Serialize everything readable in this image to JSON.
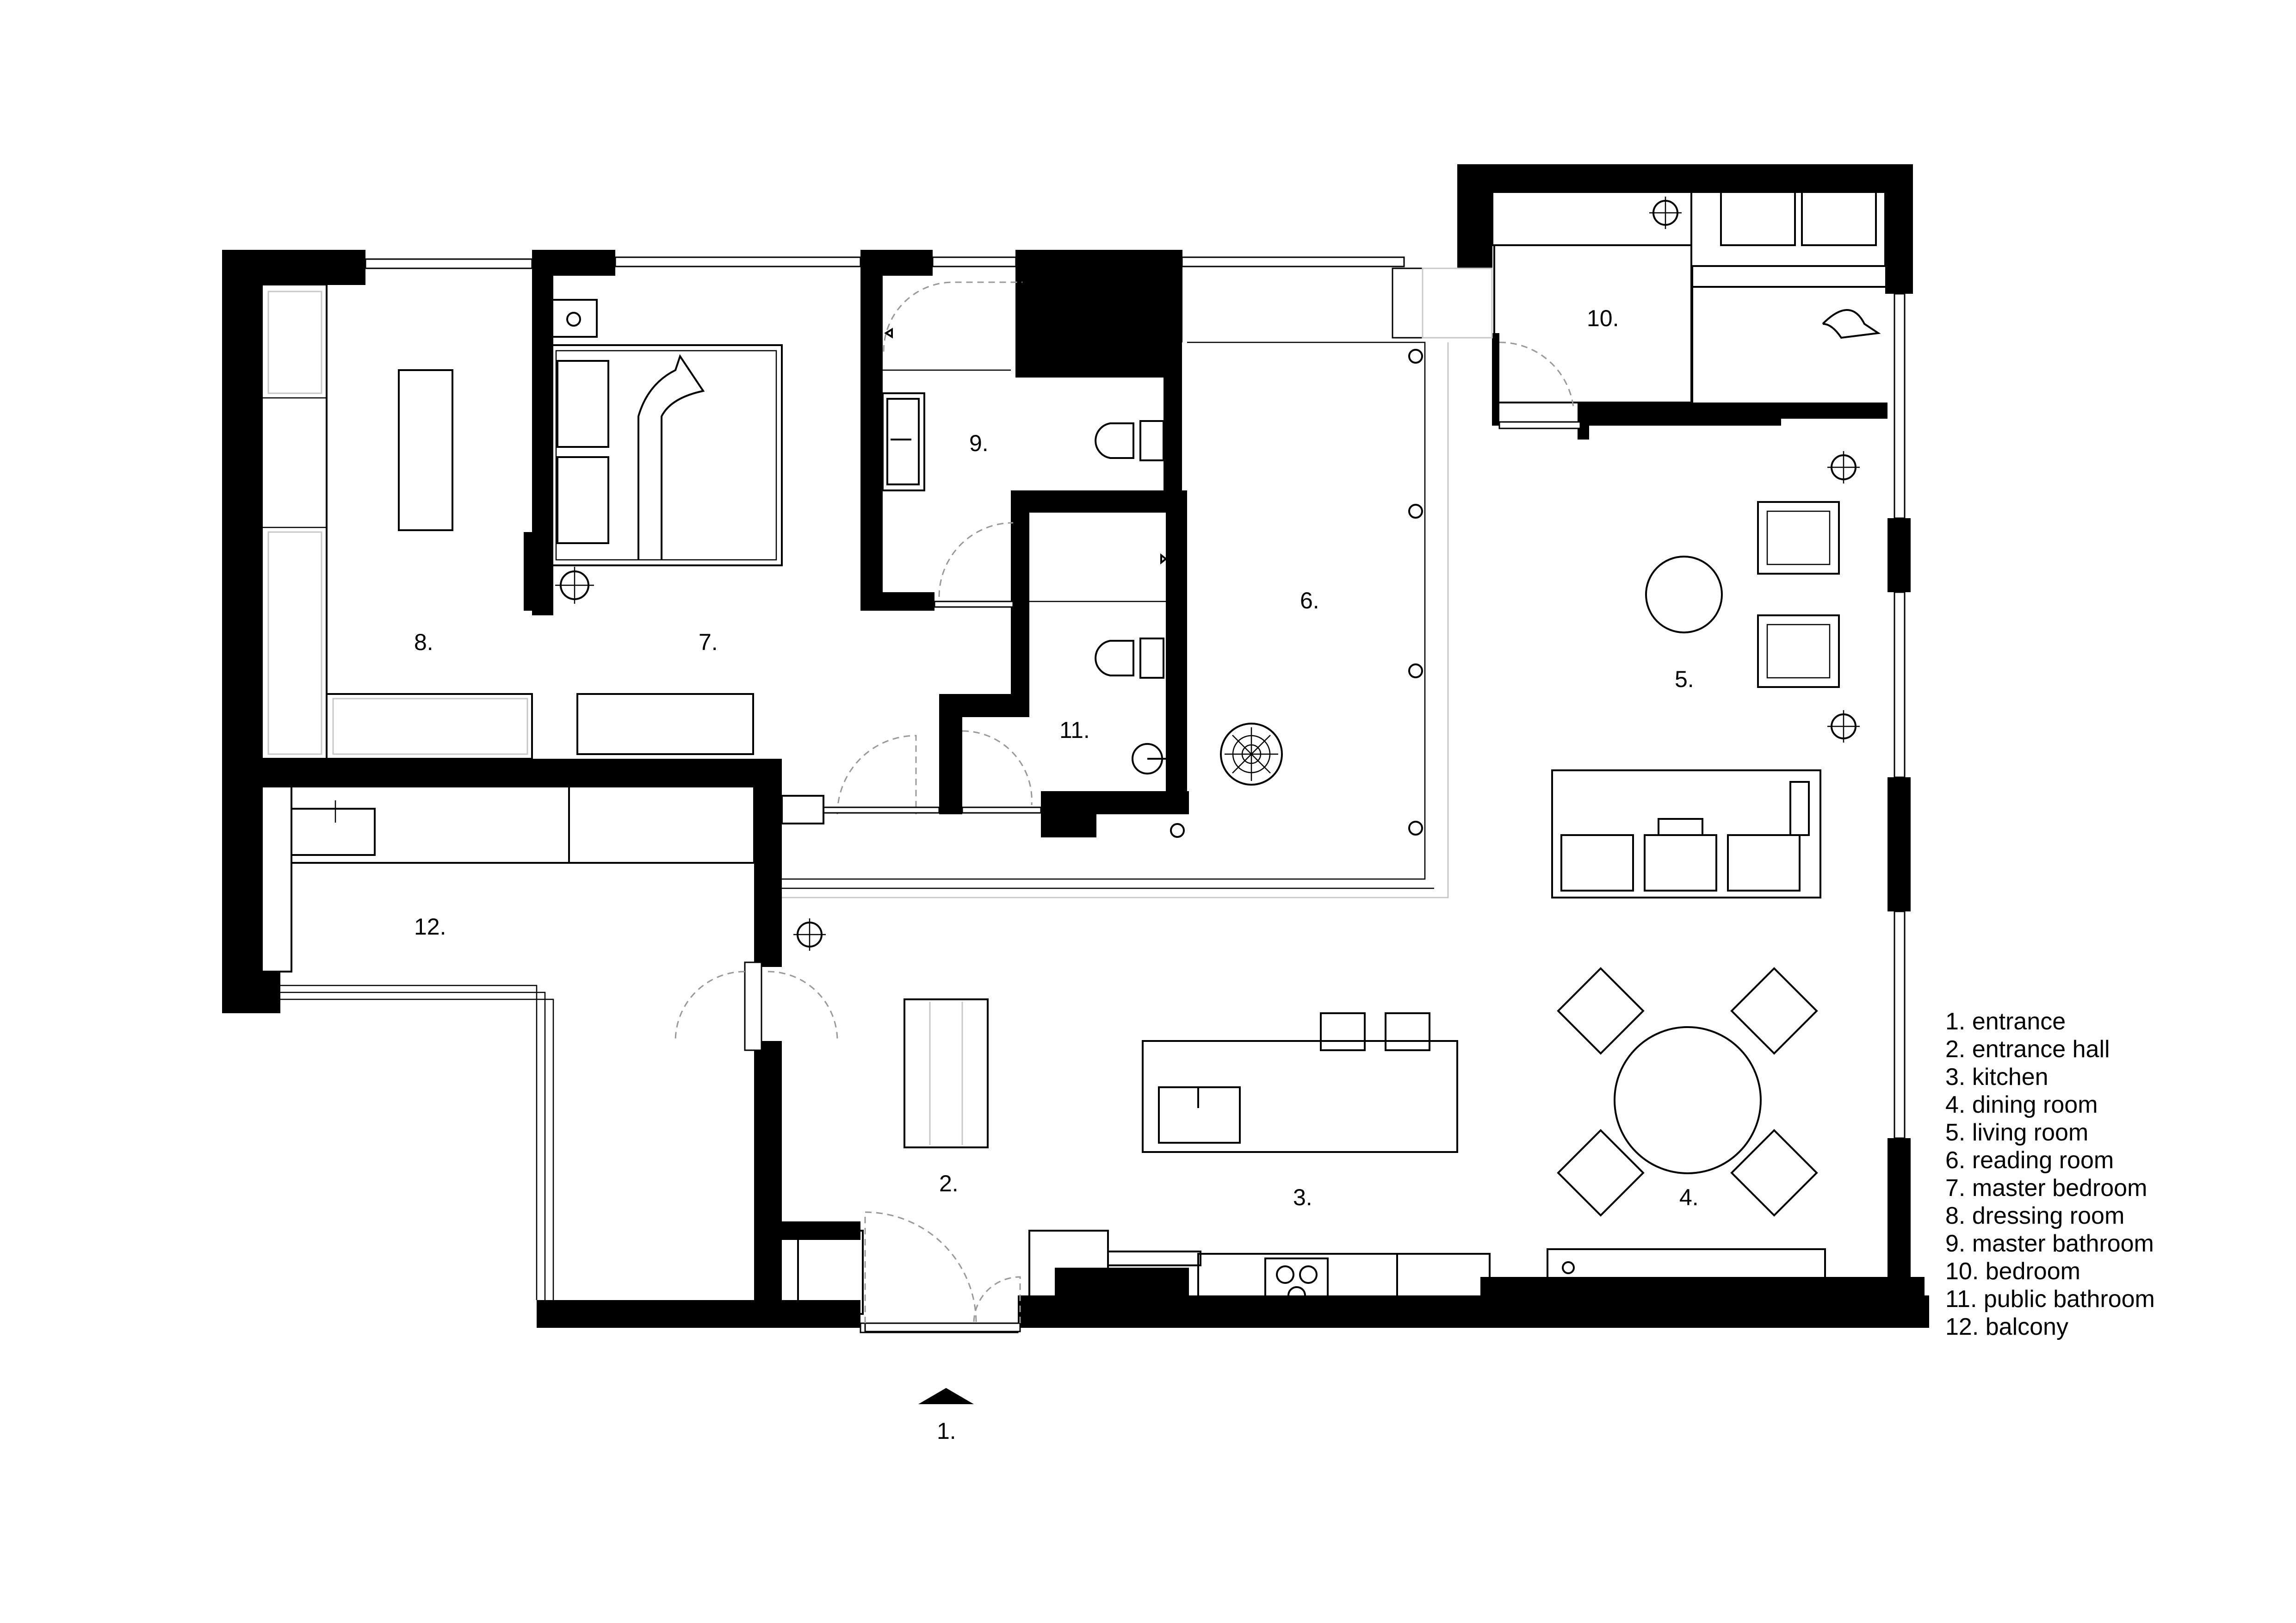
{
  "rooms": {
    "r1": "1.",
    "r2": "2.",
    "r3": "3.",
    "r4": "4.",
    "r5": "5.",
    "r6": "6.",
    "r7": "7.",
    "r8": "8.",
    "r9": "9.",
    "r10": "10.",
    "r11": "11.",
    "r12": "12."
  },
  "legend": [
    "1. entrance",
    "2. entrance hall",
    "3. kitchen",
    "4. dining room",
    "5. living room",
    "6. reading room",
    "7. master bedroom",
    "8. dressing room",
    "9. master bathroom",
    "10. bedroom",
    "11. public bathroom",
    "12. balcony"
  ]
}
